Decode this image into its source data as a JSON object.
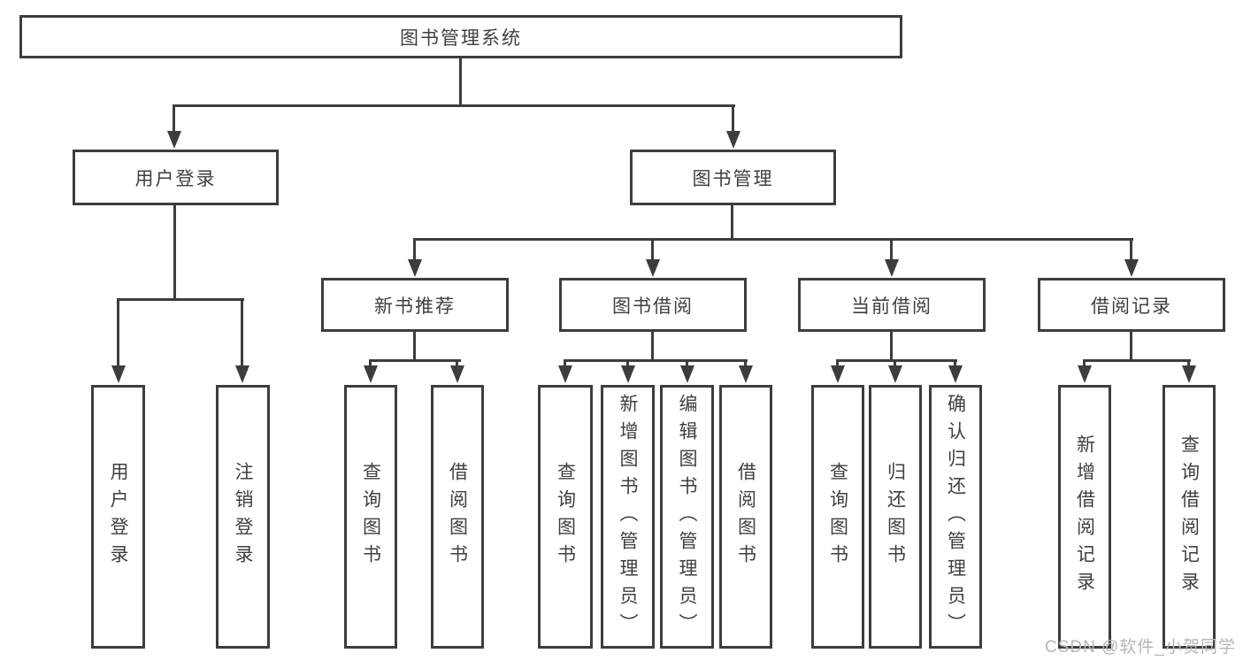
{
  "diagram": {
    "root": {
      "label": "图书管理系统"
    },
    "level2": [
      {
        "label": "用户登录"
      },
      {
        "label": "图书管理"
      }
    ],
    "level3": [
      {
        "label": "新书推荐",
        "parent": "图书管理"
      },
      {
        "label": "图书借阅",
        "parent": "图书管理"
      },
      {
        "label": "当前借阅",
        "parent": "图书管理"
      },
      {
        "label": "借阅记录",
        "parent": "图书管理"
      }
    ],
    "leaves": [
      {
        "label": "用户登录",
        "parent": "用户登录"
      },
      {
        "label": "注销登录",
        "parent": "用户登录"
      },
      {
        "label": "查询图书",
        "parent": "新书推荐"
      },
      {
        "label": "借阅图书",
        "parent": "新书推荐"
      },
      {
        "label": "查询图书",
        "parent": "图书借阅"
      },
      {
        "label": "新增图书（管理员）",
        "parent": "图书借阅"
      },
      {
        "label": "编辑图书（管理员）",
        "parent": "图书借阅"
      },
      {
        "label": "借阅图书",
        "parent": "图书借阅"
      },
      {
        "label": "查询图书",
        "parent": "当前借阅"
      },
      {
        "label": "归还图书",
        "parent": "当前借阅"
      },
      {
        "label": "确认归还（管理员）",
        "parent": "当前借阅"
      },
      {
        "label": "新增借阅记录",
        "parent": "借阅记录"
      },
      {
        "label": "查询借阅记录",
        "parent": "借阅记录"
      }
    ]
  },
  "watermark": {
    "text": "CSDN @软件_小贺同学"
  },
  "colors": {
    "line": "#3d3d3d",
    "text": "#3f3f3f",
    "watermark": "#b5b5b5",
    "background": "#ffffff"
  }
}
